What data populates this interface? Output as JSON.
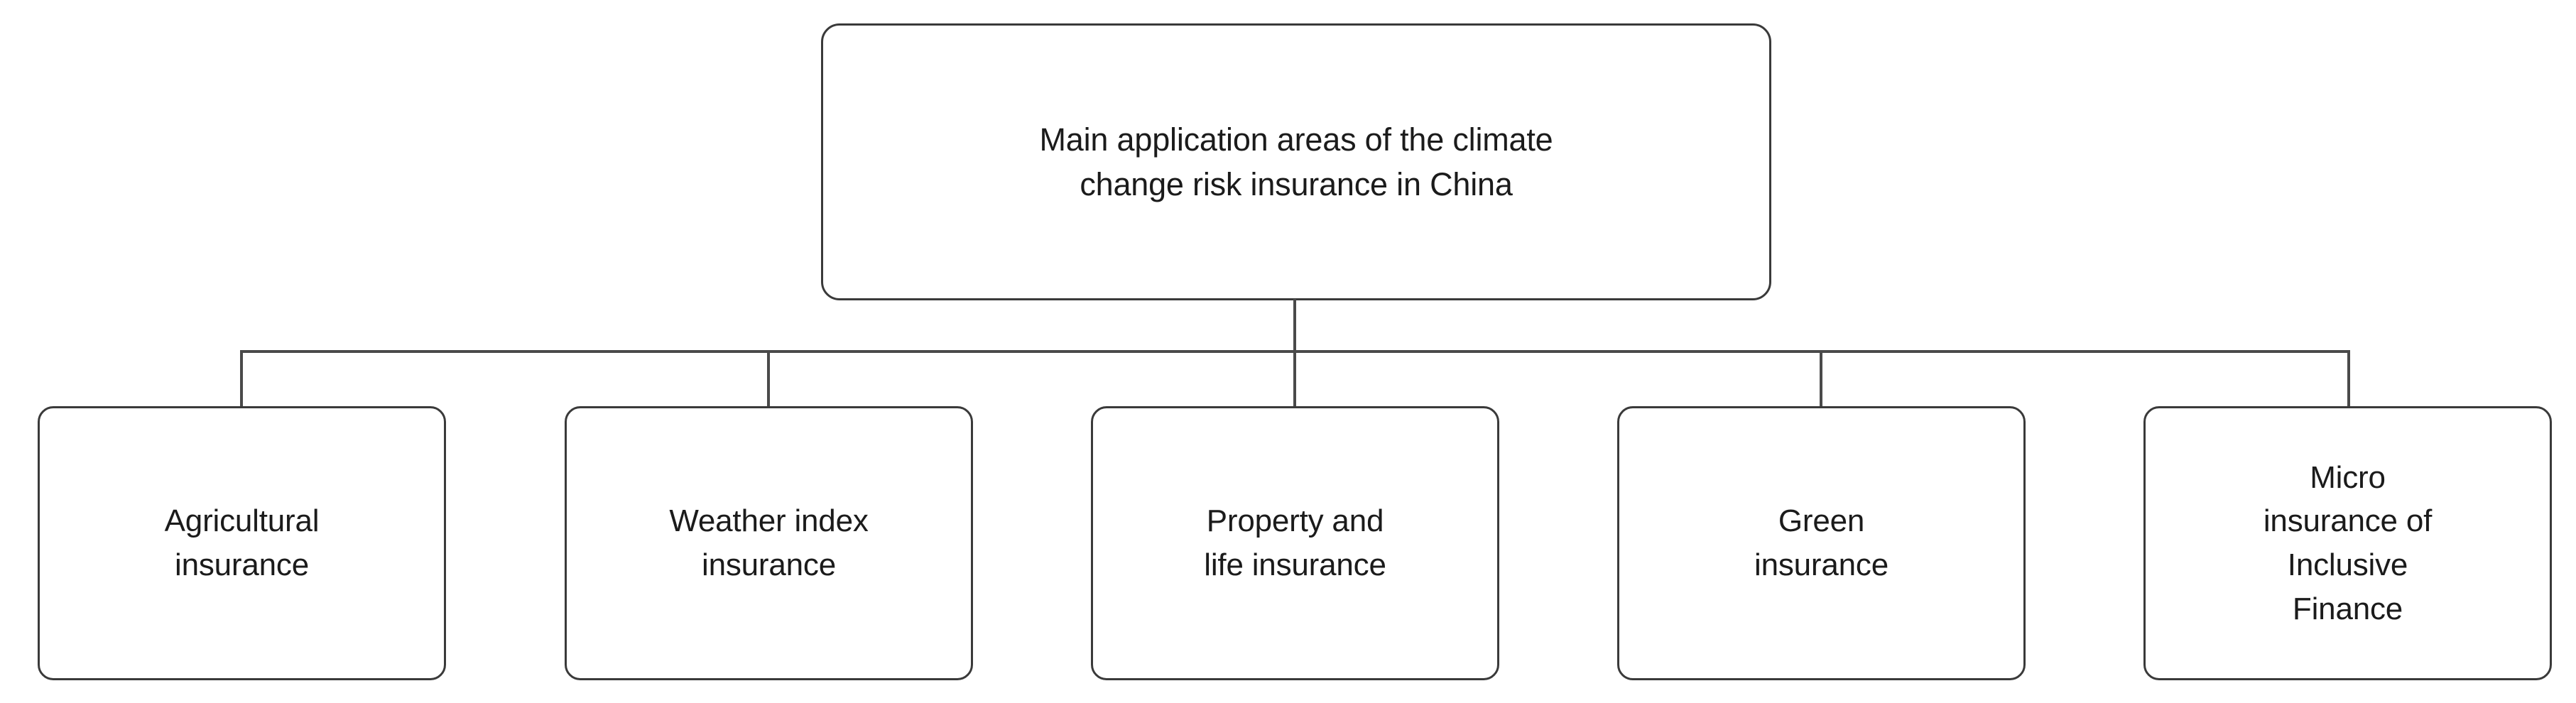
{
  "diagram": {
    "type": "hierarchy-tree",
    "orientation": "top-down",
    "colors": {
      "background": "#ffffff",
      "box_border": "#3a3a3a",
      "connector": "#4a4a4a",
      "text": "#1b1b1b"
    },
    "root": {
      "id": "root",
      "label": "Main application areas of the climate\nchange risk insurance in China",
      "lines": [
        "Main application areas of the climate",
        "change risk insurance in China"
      ]
    },
    "children": [
      {
        "id": "agricultural-insurance",
        "label": "Agricultural\ninsurance",
        "lines": [
          "Agricultural",
          "insurance"
        ]
      },
      {
        "id": "weather-index-insurance",
        "label": "Weather index\ninsurance",
        "lines": [
          "Weather index",
          "insurance"
        ]
      },
      {
        "id": "property-and-life-insurance",
        "label": "Property and\nlife insurance",
        "lines": [
          "Property and",
          "life insurance"
        ]
      },
      {
        "id": "green-insurance",
        "label": "Green\ninsurance",
        "lines": [
          "Green",
          "insurance"
        ]
      },
      {
        "id": "micro-insurance-of-inclusive-finance",
        "label": "Micro\ninsurance of\nInclusive\nFinance",
        "lines": [
          "Micro",
          "insurance of",
          "Inclusive",
          "Finance"
        ]
      }
    ]
  }
}
